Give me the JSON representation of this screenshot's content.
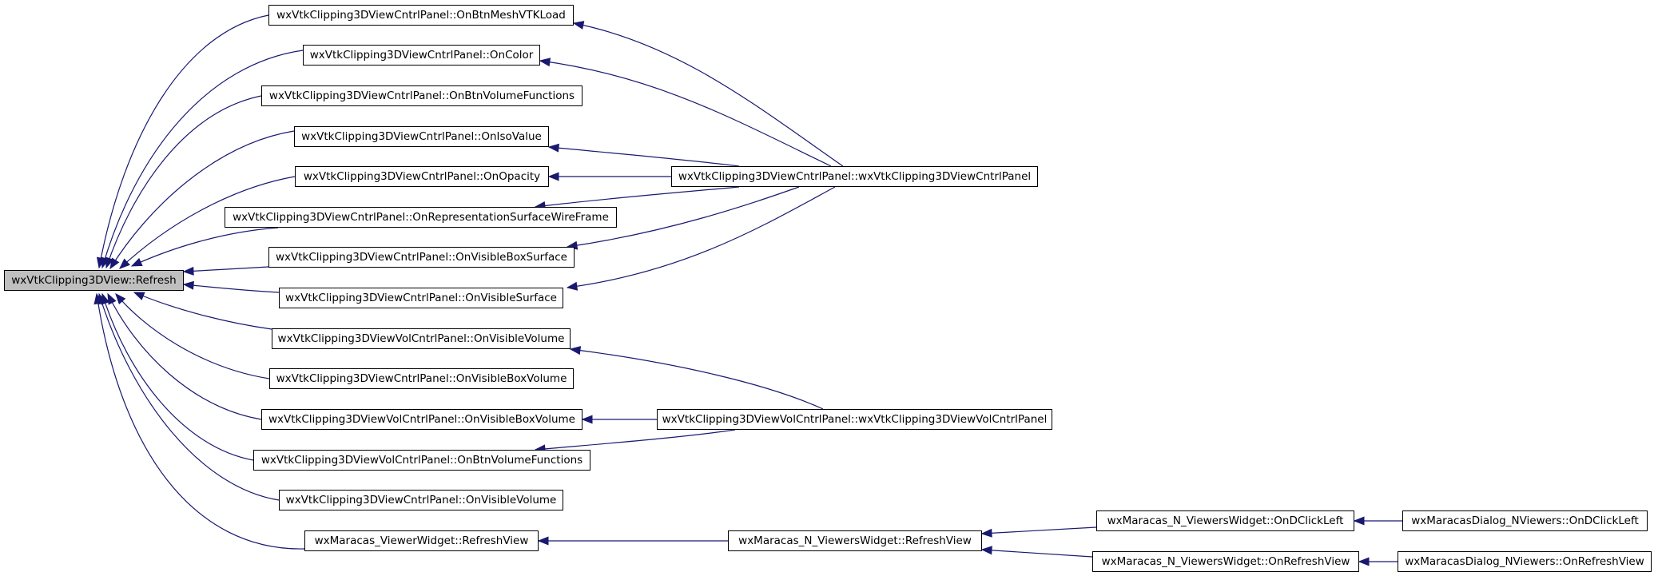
{
  "graph": {
    "edge_color": "#191970",
    "root_fill": "#bfbfbf",
    "node_fill": "#ffffff",
    "nodes": [
      {
        "id": "root",
        "label": "wxVtkClipping3DView::Refresh",
        "root": true
      },
      {
        "id": "c1",
        "label": "wxVtkClipping3DViewCntrlPanel::OnBtnMeshVTKLoad"
      },
      {
        "id": "c2",
        "label": "wxVtkClipping3DViewCntrlPanel::OnColor"
      },
      {
        "id": "c3",
        "label": "wxVtkClipping3DViewCntrlPanel::OnBtnVolumeFunctions"
      },
      {
        "id": "c4",
        "label": "wxVtkClipping3DViewCntrlPanel::OnIsoValue"
      },
      {
        "id": "c5",
        "label": "wxVtkClipping3DViewCntrlPanel::OnOpacity"
      },
      {
        "id": "c6",
        "label": "wxVtkClipping3DViewCntrlPanel::OnRepresentationSurfaceWireFrame"
      },
      {
        "id": "c7",
        "label": "wxVtkClipping3DViewCntrlPanel::OnVisibleBoxSurface"
      },
      {
        "id": "c8",
        "label": "wxVtkClipping3DViewCntrlPanel::OnVisibleSurface"
      },
      {
        "id": "c9",
        "label": "wxVtkClipping3DViewVolCntrlPanel::OnVisibleVolume"
      },
      {
        "id": "c10",
        "label": "wxVtkClipping3DViewCntrlPanel::OnVisibleBoxVolume"
      },
      {
        "id": "c11",
        "label": "wxVtkClipping3DViewVolCntrlPanel::OnVisibleBoxVolume"
      },
      {
        "id": "c12",
        "label": "wxVtkClipping3DViewVolCntrlPanel::OnBtnVolumeFunctions"
      },
      {
        "id": "c13",
        "label": "wxVtkClipping3DViewCntrlPanel::OnVisibleVolume"
      },
      {
        "id": "c14",
        "label": "wxMaracas_ViewerWidget::RefreshView"
      },
      {
        "id": "p1",
        "label": "wxVtkClipping3DViewCntrlPanel::wxVtkClipping3DViewCntrlPanel"
      },
      {
        "id": "p2",
        "label": "wxVtkClipping3DViewVolCntrlPanel::wxVtkClipping3DViewVolCntrlPanel"
      },
      {
        "id": "n1",
        "label": "wxMaracas_N_ViewersWidget::RefreshView"
      },
      {
        "id": "m1",
        "label": "wxMaracas_N_ViewersWidget::OnDClickLeft"
      },
      {
        "id": "m2",
        "label": "wxMaracas_N_ViewersWidget::OnRefreshView"
      },
      {
        "id": "d1",
        "label": "wxMaracasDialog_NViewers::OnDClickLeft"
      },
      {
        "id": "d2",
        "label": "wxMaracasDialog_NViewers::OnRefreshView"
      }
    ],
    "edges": [
      {
        "from": "c1",
        "to": "root"
      },
      {
        "from": "c2",
        "to": "root"
      },
      {
        "from": "c3",
        "to": "root"
      },
      {
        "from": "c4",
        "to": "root"
      },
      {
        "from": "c5",
        "to": "root"
      },
      {
        "from": "c6",
        "to": "root"
      },
      {
        "from": "c7",
        "to": "root"
      },
      {
        "from": "c8",
        "to": "root"
      },
      {
        "from": "c9",
        "to": "root"
      },
      {
        "from": "c10",
        "to": "root"
      },
      {
        "from": "c11",
        "to": "root"
      },
      {
        "from": "c12",
        "to": "root"
      },
      {
        "from": "c13",
        "to": "root"
      },
      {
        "from": "c14",
        "to": "root"
      },
      {
        "from": "p1",
        "to": "c1"
      },
      {
        "from": "p1",
        "to": "c2"
      },
      {
        "from": "p1",
        "to": "c4"
      },
      {
        "from": "p1",
        "to": "c5"
      },
      {
        "from": "p1",
        "to": "c6"
      },
      {
        "from": "p1",
        "to": "c7"
      },
      {
        "from": "p1",
        "to": "c8"
      },
      {
        "from": "p2",
        "to": "c9"
      },
      {
        "from": "p2",
        "to": "c11"
      },
      {
        "from": "p2",
        "to": "c12"
      },
      {
        "from": "n1",
        "to": "c14"
      },
      {
        "from": "m1",
        "to": "n1"
      },
      {
        "from": "m2",
        "to": "n1"
      },
      {
        "from": "d1",
        "to": "m1"
      },
      {
        "from": "d2",
        "to": "m2"
      }
    ]
  }
}
